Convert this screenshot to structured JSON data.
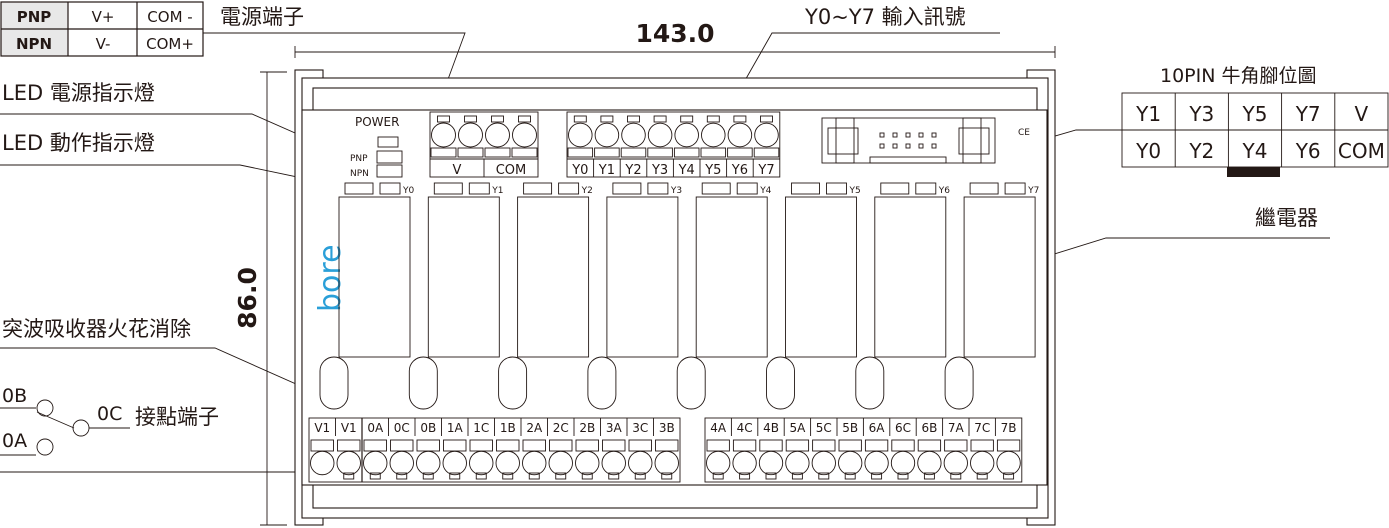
{
  "polarity_table": {
    "rows": [
      {
        "type": "PNP",
        "v": "V+",
        "com": "COM -"
      },
      {
        "type": "NPN",
        "v": "V-",
        "com": "COM+"
      }
    ]
  },
  "callouts": {
    "power_terminal": "電源端子",
    "input_signal": "Y0~Y7 輸入訊號",
    "pin_diagram_title": "10PIN 牛角腳位圖",
    "led_power": "LED 電源指示燈",
    "led_action": "LED 動作指示燈",
    "relay": "繼電器",
    "surge_absorber": "突波吸收器火花消除",
    "contact_terminal": "接點端子"
  },
  "dimensions": {
    "width": "143.0",
    "height": "86.0"
  },
  "pin_table": {
    "rows": [
      [
        "Y1",
        "Y3",
        "Y5",
        "Y7",
        "V"
      ],
      [
        "Y0",
        "Y2",
        "Y4",
        "Y6",
        "COM"
      ]
    ]
  },
  "contact_symbol": {
    "b": "0B",
    "a": "0A",
    "c": "0C"
  },
  "module": {
    "power_label": "POWER",
    "pnp_label": "PNP",
    "npn_label": "NPN",
    "power_terminals": [
      "V",
      "COM"
    ],
    "input_terminals": [
      "Y0",
      "Y1",
      "Y2",
      "Y3",
      "Y4",
      "Y5",
      "Y6",
      "Y7"
    ],
    "led_labels": [
      "Y0",
      "Y1",
      "Y2",
      "Y3",
      "Y4",
      "Y5",
      "Y6",
      "Y7"
    ],
    "ce_mark": "CE",
    "logo": "bore",
    "logo_color": "#2a9fd8",
    "output_left": [
      "V1",
      "V1",
      "0A",
      "0C",
      "0B",
      "1A",
      "1C",
      "1B",
      "2A",
      "2C",
      "2B",
      "3A",
      "3C",
      "3B"
    ],
    "output_right": [
      "4A",
      "4C",
      "4B",
      "5A",
      "5C",
      "5B",
      "6A",
      "6C",
      "6B",
      "7A",
      "7C",
      "7B"
    ]
  }
}
